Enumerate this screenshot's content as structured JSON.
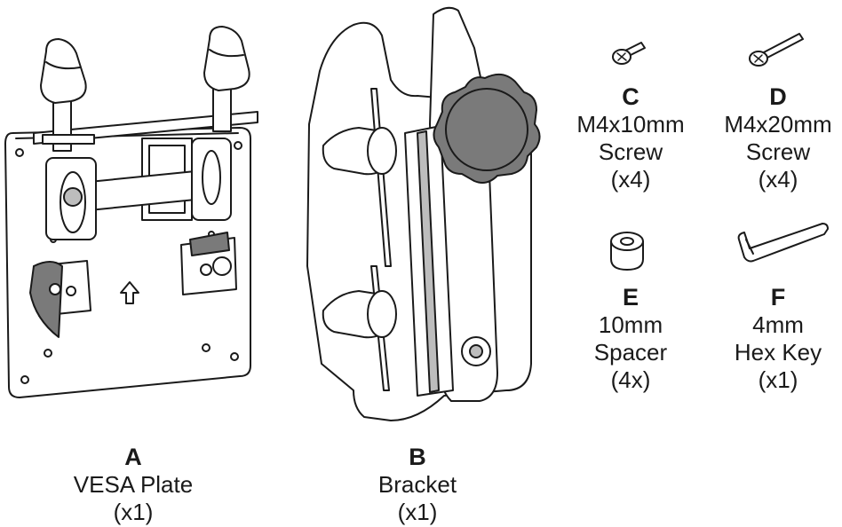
{
  "parts": {
    "a": {
      "letter": "A",
      "name": "VESA Plate",
      "qty": "(x1)"
    },
    "b": {
      "letter": "B",
      "name": "Bracket",
      "qty": "(x1)"
    },
    "c": {
      "letter": "C",
      "name": "M4x10mm",
      "sub": "Screw",
      "qty": "(x4)"
    },
    "d": {
      "letter": "D",
      "name": "M4x20mm",
      "sub": "Screw",
      "qty": "(x4)"
    },
    "e": {
      "letter": "E",
      "name": "10mm",
      "sub": "Spacer",
      "qty": "(4x)"
    },
    "f": {
      "letter": "F",
      "name": "4mm",
      "sub": "Hex Key",
      "qty": "(x1)"
    }
  },
  "colors": {
    "line": "#1a1a1a",
    "fill_light": "#ffffff",
    "fill_dark": "#7a7a7a",
    "fill_mid": "#bdbdbd"
  }
}
